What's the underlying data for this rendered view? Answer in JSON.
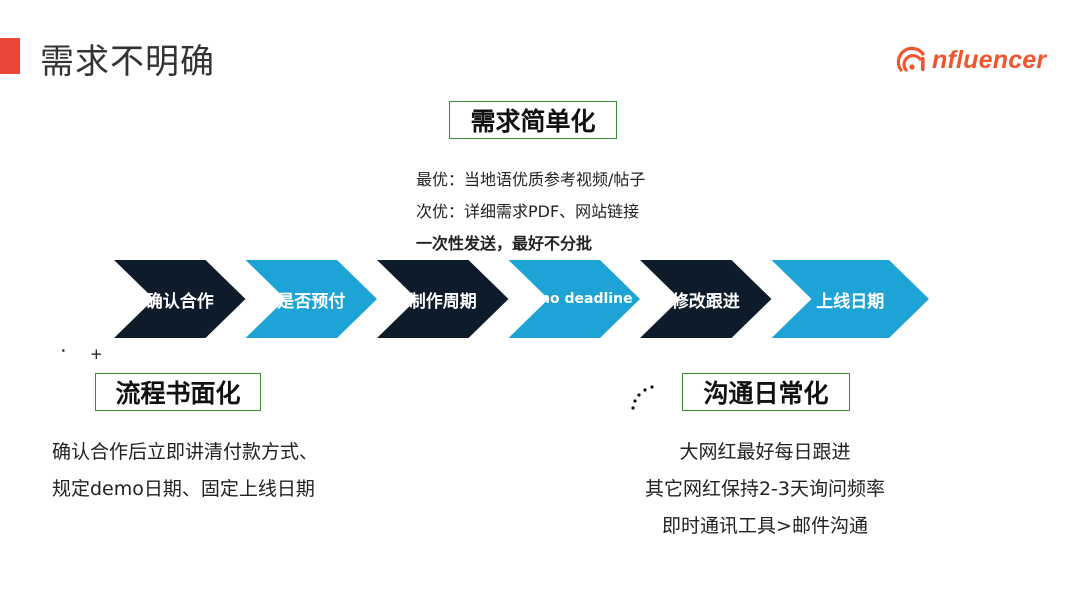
{
  "header": {
    "title": "需求不明确",
    "accent_color": "#e8473a"
  },
  "logo": {
    "text": "nfluencer",
    "icon": "influencer-logo-icon",
    "color": "#f0552e"
  },
  "top_box": {
    "title": "需求简单化",
    "lines": [
      "最优：当地语优质参考视频/帖子",
      "次优：详细需求PDF、网站链接"
    ],
    "bold_line": "一次性发送，最好不分批"
  },
  "steps": [
    {
      "label": "确认合作",
      "color": "#0d1b2a"
    },
    {
      "label": "是否预付",
      "color": "#1ea3d6"
    },
    {
      "label": "制作周期",
      "color": "#0d1b2a"
    },
    {
      "label": "demo deadline",
      "color": "#1ea3d6"
    },
    {
      "label": "修改跟进",
      "color": "#0d1b2a"
    },
    {
      "label": "上线日期",
      "color": "#1ea3d6"
    }
  ],
  "left_box": {
    "title": "流程书面化",
    "lines": [
      "确认合作后立即讲清付款方式、",
      "规定demo日期、固定上线日期"
    ]
  },
  "right_box": {
    "title": "沟通日常化",
    "lines": [
      "大网红最好每日跟进",
      "其它网红保持2-3天询问频率",
      "即时通讯工具>邮件沟通"
    ]
  }
}
